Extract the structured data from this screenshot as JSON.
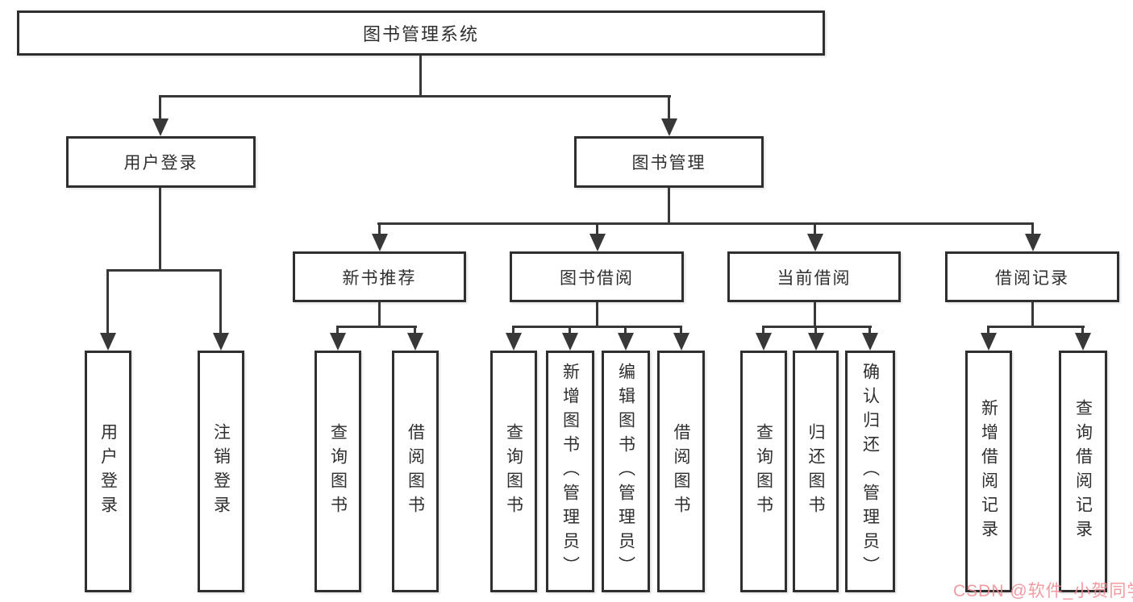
{
  "diagram_title": "图书管理系统",
  "nodes": {
    "root": "图书管理系统",
    "user_login": "用户登录",
    "book_management": "图书管理",
    "new_book_recommend": "新书推荐",
    "book_borrowing": "图书借阅",
    "current_borrowing": "当前借阅",
    "borrowing_records": "借阅记录",
    "leaf_user_login": "用户登录",
    "leaf_logout": "注销登录",
    "nbr_query_books": "查询图书",
    "nbr_borrow_books": "借阅图书",
    "bb_query_books": "查询图书",
    "bb_add_books": "新增图书（管理员）",
    "bb_edit_books": "编辑图书（管理员）",
    "bb_borrow_books": "借阅图书",
    "cb_query_books": "查询图书",
    "cb_return_books": "归还图书",
    "cb_confirm_return": "确认归还（管理员）",
    "br_add_record": "新增借阅记录",
    "br_query_record": "查询借阅记录"
  },
  "hierarchy": {
    "root": "图书管理系统",
    "children": [
      {
        "label": "用户登录",
        "children": [
          "用户登录",
          "注销登录"
        ]
      },
      {
        "label": "图书管理",
        "children": [
          {
            "label": "新书推荐",
            "children": [
              "查询图书",
              "借阅图书"
            ]
          },
          {
            "label": "图书借阅",
            "children": [
              "查询图书",
              "新增图书（管理员）",
              "编辑图书（管理员）",
              "借阅图书"
            ]
          },
          {
            "label": "当前借阅",
            "children": [
              "查询图书",
              "归还图书",
              "确认归还（管理员）"
            ]
          },
          {
            "label": "借阅记录",
            "children": [
              "新增借阅记录",
              "查询借阅记录"
            ]
          }
        ]
      }
    ]
  },
  "watermark": {
    "text": "CSDN @软件_小贺同学",
    "color": "#f08c94"
  },
  "colors": {
    "background": "#ffffff",
    "box_border": "#2f2f2f",
    "line": "#383838",
    "text": "#2f2f2f"
  }
}
